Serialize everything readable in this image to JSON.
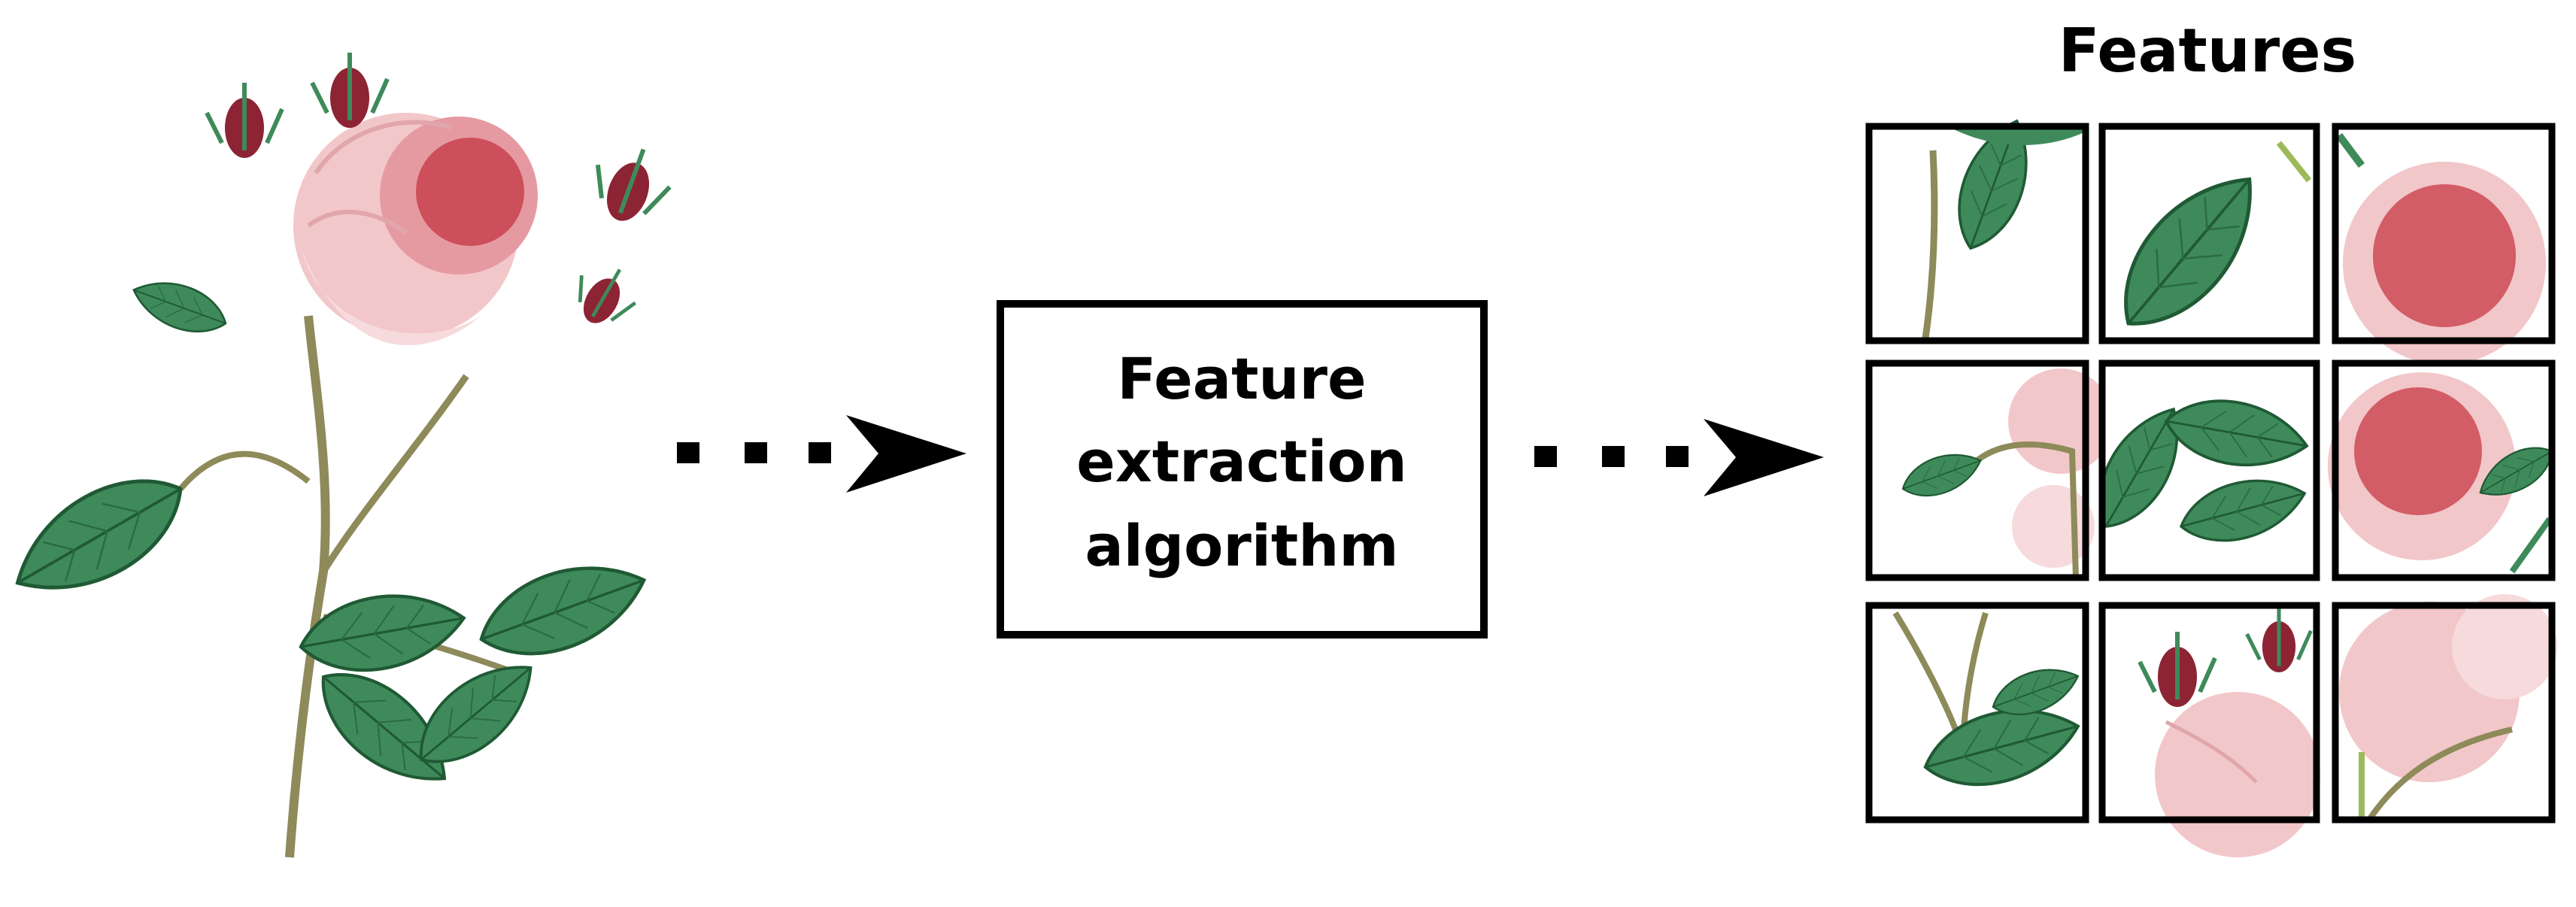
{
  "features_heading": "Features",
  "algorithm_box": {
    "line1": "Feature",
    "line2": "extraction",
    "line3": "algorithm"
  },
  "colors": {
    "stroke": "#000000",
    "background": "#ffffff",
    "leaf": "#3f8a5a",
    "leaf_dark": "#1f5a34",
    "petal": "#f2c7c9",
    "petal_deep": "#c9424f",
    "bud": "#8c2433",
    "stem": "#8e8a5a"
  },
  "icons": [
    "rose-illustration",
    "arrow-right-icon",
    "feature-tile"
  ]
}
